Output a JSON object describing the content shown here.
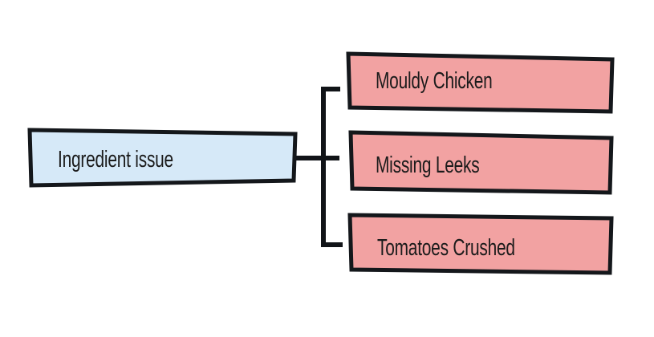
{
  "diagram": {
    "root": {
      "label": "Ingredient issue"
    },
    "children": [
      {
        "label": "Mouldy Chicken"
      },
      {
        "label": "Missing Leeks"
      },
      {
        "label": "Tomatoes Crushed"
      }
    ]
  },
  "colors": {
    "root_fill": "#d6e9f8",
    "child_fill": "#f2a2a2",
    "border": "#14171b",
    "connector": "#111418",
    "text": "#1b1b1b",
    "background": "#ffffff"
  }
}
